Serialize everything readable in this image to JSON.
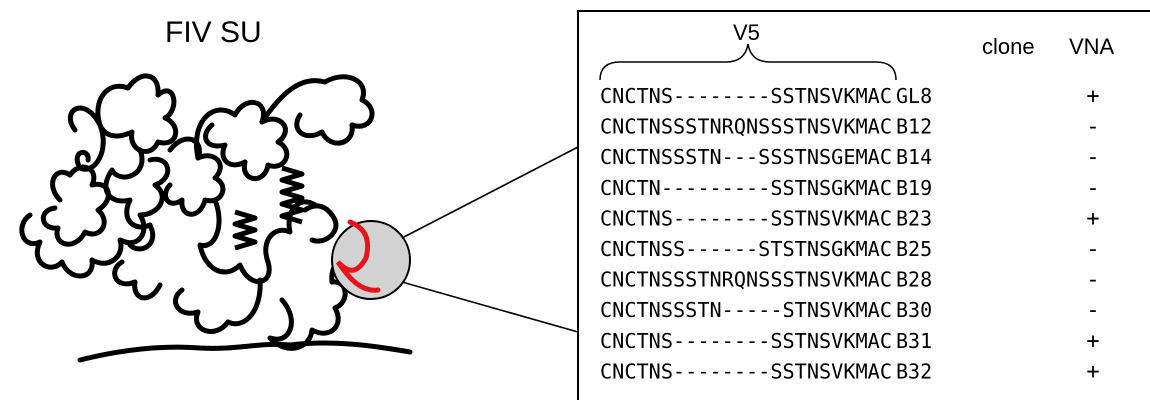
{
  "figure": {
    "title": "FIV SU",
    "region_label": "V5",
    "columns": {
      "clone": "clone",
      "vna": "VNA"
    },
    "rows": [
      {
        "sequence": "CNCTNS--------SSTNSVKMAC",
        "clone": "GL8",
        "vna": "+"
      },
      {
        "sequence": "CNCTNSSSTNRQNSSSTNSVKMAC",
        "clone": "B12",
        "vna": "-"
      },
      {
        "sequence": "CNCTNSSSTN---SSSTNSGEMAC",
        "clone": "B14",
        "vna": "-"
      },
      {
        "sequence": "CNCTN---------SSTNSGKMAC",
        "clone": "B19",
        "vna": "-"
      },
      {
        "sequence": "CNCTNS--------SSTNSVKMAC",
        "clone": "B23",
        "vna": "+"
      },
      {
        "sequence": "CNCTNSS------STSTNSGKMAC",
        "clone": "B25",
        "vna": "-"
      },
      {
        "sequence": "CNCTNSSSTNRQNSSSTNSVKMAC",
        "clone": "B28",
        "vna": "-"
      },
      {
        "sequence": "CNCTNSSSTN-----STNSVKMAC",
        "clone": "B30",
        "vna": "-"
      },
      {
        "sequence": "CNCTNS--------SSTNSVKMAC",
        "clone": "B31",
        "vna": "+"
      },
      {
        "sequence": "CNCTNS--------SSTNSVKMAC",
        "clone": "B32",
        "vna": "+"
      }
    ],
    "colors": {
      "line": "#000000",
      "highlight": "#e8141b",
      "zoom_fill": "#d3d3d3"
    }
  }
}
